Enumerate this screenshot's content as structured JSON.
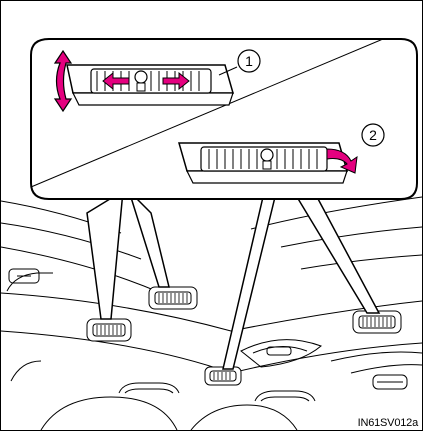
{
  "figure": {
    "reference_code": "IN61SV012a",
    "callouts": [
      {
        "number": "1"
      },
      {
        "number": "2"
      }
    ],
    "colors": {
      "line": "#000000",
      "arrow_fill": "#e4007f",
      "background": "#ffffff"
    }
  }
}
